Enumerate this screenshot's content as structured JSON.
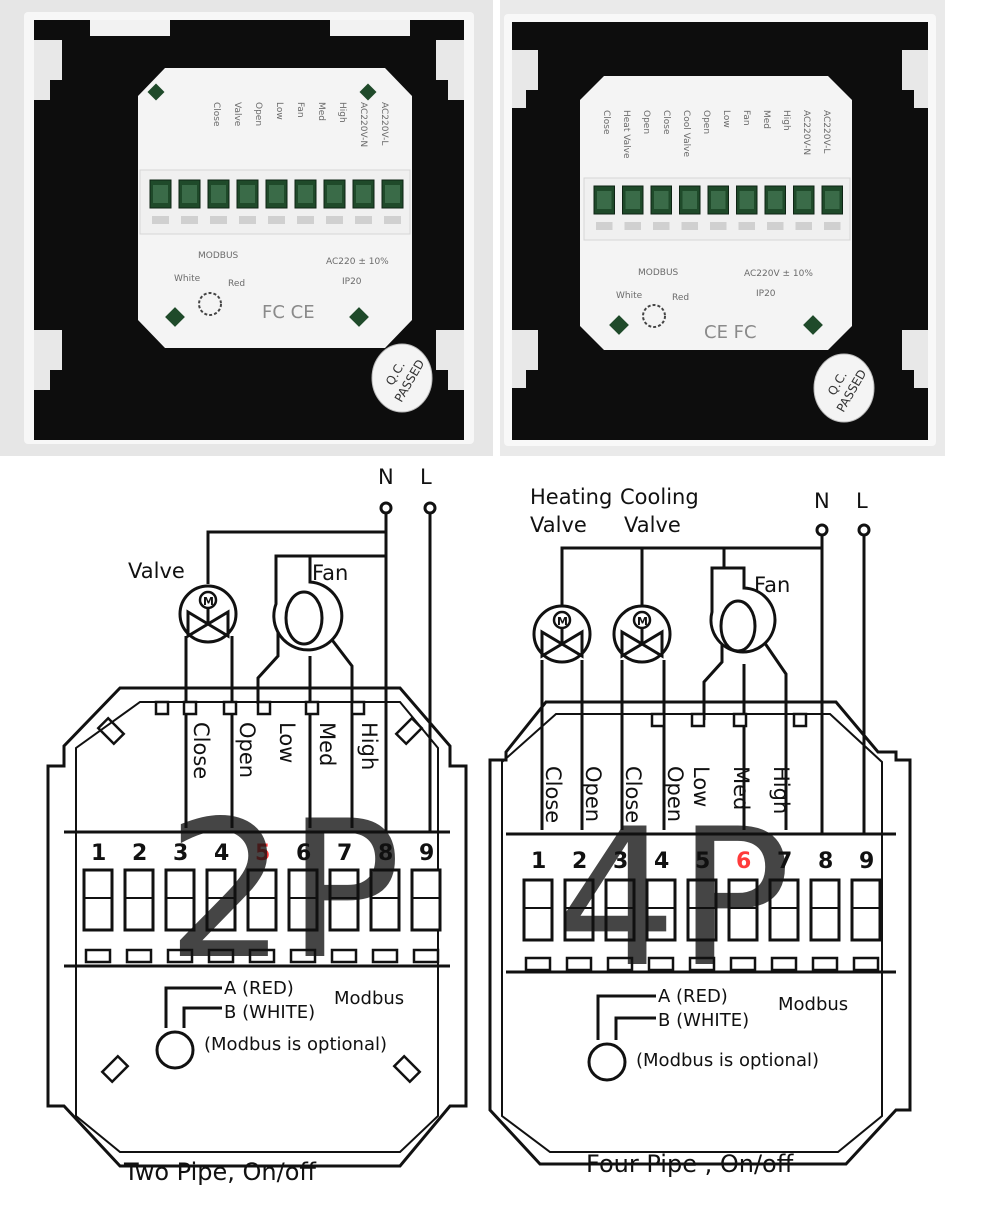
{
  "photos": {
    "left": {
      "tags": [
        "Close",
        "Valve",
        "Open",
        "Low",
        "Fan",
        "Med",
        "High",
        "AC220V-N",
        "AC220V-L"
      ],
      "modbus": "MODBUS",
      "white": "White",
      "red": "Red",
      "power": "AC220 ± 10%",
      "ip": "IP20",
      "cert": "FC CE",
      "qc": [
        "Q.C.",
        "PASSED"
      ]
    },
    "right": {
      "tags": [
        "Close",
        "Heat Valve",
        "Open",
        "Close",
        "Cool Valve",
        "Open",
        "Low",
        "Fan",
        "Med",
        "High",
        "AC220V-N",
        "AC220V-L"
      ],
      "modbus": "MODBUS",
      "white": "White",
      "red": "Red",
      "power": "AC220V ± 10%",
      "ip": "IP20",
      "cert": "CE FC",
      "qc": [
        "Q.C.",
        "PASSED"
      ]
    }
  },
  "two_pipe": {
    "caption": "Two Pipe, On/off",
    "watermark": "2P",
    "n_label": "N",
    "l_label": "L",
    "valve_label": "Valve",
    "fan_label": "Fan",
    "terminals": [
      "Close",
      "Open",
      "Low",
      "Med",
      "High"
    ],
    "numbers": [
      "1",
      "2",
      "3",
      "4",
      "5",
      "6",
      "7",
      "8",
      "9"
    ],
    "highlight_number": "5",
    "modbus_a": "A (RED)",
    "modbus_b": "B (WHITE)",
    "modbus_label": "Modbus",
    "modbus_note": "(Modbus is optional)",
    "motor_symbol": "M"
  },
  "four_pipe": {
    "caption": "Four Pipe , On/off",
    "watermark": "4P",
    "n_label": "N",
    "l_label": "L",
    "heating_label": [
      "Heating",
      "Valve"
    ],
    "cooling_label": [
      "Cooling",
      "Valve"
    ],
    "fan_label": "Fan",
    "terminals": [
      "Close",
      "Open",
      "Close",
      "Open",
      "Low",
      "Med",
      "High"
    ],
    "numbers": [
      "1",
      "2",
      "3",
      "4",
      "5",
      "6",
      "7",
      "8",
      "9"
    ],
    "highlight_number": "6",
    "modbus_a": "A (RED)",
    "modbus_b": "B (WHITE)",
    "modbus_label": "Modbus",
    "modbus_note": "(Modbus is optional)",
    "motor_symbol": "M"
  },
  "colors": {
    "panel_frame": "#0d0d0d",
    "module": "#f4f4f4",
    "terminal_green": "#1f4a2a",
    "watermark": "#ff3b3b",
    "line": "#111111"
  }
}
